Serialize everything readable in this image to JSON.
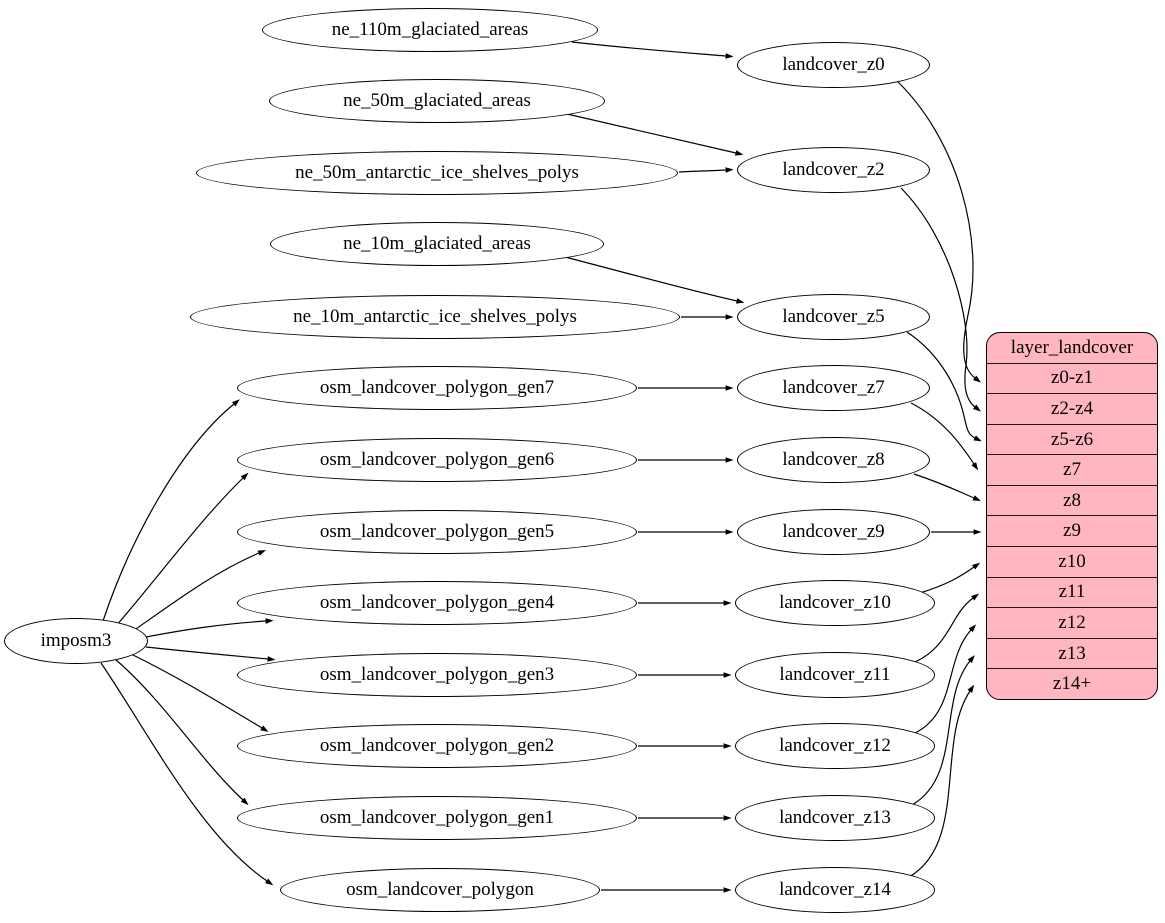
{
  "colors": {
    "table_fill": "#ffb6c1",
    "node_fill": "#ffffff",
    "stroke": "#000000"
  },
  "nodes": {
    "ne_110m_glaciated_areas": "ne_110m_glaciated_areas",
    "ne_50m_glaciated_areas": "ne_50m_glaciated_areas",
    "ne_50m_antarctic_ice_shelves_polys": "ne_50m_antarctic_ice_shelves_polys",
    "ne_10m_glaciated_areas": "ne_10m_glaciated_areas",
    "ne_10m_antarctic_ice_shelves_polys": "ne_10m_antarctic_ice_shelves_polys",
    "imposm3": "imposm3",
    "osm_landcover_polygon_gen7": "osm_landcover_polygon_gen7",
    "osm_landcover_polygon_gen6": "osm_landcover_polygon_gen6",
    "osm_landcover_polygon_gen5": "osm_landcover_polygon_gen5",
    "osm_landcover_polygon_gen4": "osm_landcover_polygon_gen4",
    "osm_landcover_polygon_gen3": "osm_landcover_polygon_gen3",
    "osm_landcover_polygon_gen2": "osm_landcover_polygon_gen2",
    "osm_landcover_polygon_gen1": "osm_landcover_polygon_gen1",
    "osm_landcover_polygon": "osm_landcover_polygon",
    "landcover_z0": "landcover_z0",
    "landcover_z2": "landcover_z2",
    "landcover_z5": "landcover_z5",
    "landcover_z7": "landcover_z7",
    "landcover_z8": "landcover_z8",
    "landcover_z9": "landcover_z9",
    "landcover_z10": "landcover_z10",
    "landcover_z11": "landcover_z11",
    "landcover_z12": "landcover_z12",
    "landcover_z13": "landcover_z13",
    "landcover_z14": "landcover_z14"
  },
  "table": {
    "title": "layer_landcover",
    "rows": [
      "z0-z1",
      "z2-z4",
      "z5-z6",
      "z7",
      "z8",
      "z9",
      "z10",
      "z11",
      "z12",
      "z13",
      "z14+"
    ]
  },
  "edges": [
    {
      "from": "ne_110m_glaciated_areas",
      "to": "landcover_z0"
    },
    {
      "from": "ne_50m_glaciated_areas",
      "to": "landcover_z2"
    },
    {
      "from": "ne_50m_antarctic_ice_shelves_polys",
      "to": "landcover_z2"
    },
    {
      "from": "ne_10m_glaciated_areas",
      "to": "landcover_z5"
    },
    {
      "from": "ne_10m_antarctic_ice_shelves_polys",
      "to": "landcover_z5"
    },
    {
      "from": "imposm3",
      "to": "osm_landcover_polygon_gen7"
    },
    {
      "from": "imposm3",
      "to": "osm_landcover_polygon_gen6"
    },
    {
      "from": "imposm3",
      "to": "osm_landcover_polygon_gen5"
    },
    {
      "from": "imposm3",
      "to": "osm_landcover_polygon_gen4"
    },
    {
      "from": "imposm3",
      "to": "osm_landcover_polygon_gen3"
    },
    {
      "from": "imposm3",
      "to": "osm_landcover_polygon_gen2"
    },
    {
      "from": "imposm3",
      "to": "osm_landcover_polygon_gen1"
    },
    {
      "from": "imposm3",
      "to": "osm_landcover_polygon"
    },
    {
      "from": "osm_landcover_polygon_gen7",
      "to": "landcover_z7"
    },
    {
      "from": "osm_landcover_polygon_gen6",
      "to": "landcover_z8"
    },
    {
      "from": "osm_landcover_polygon_gen5",
      "to": "landcover_z9"
    },
    {
      "from": "osm_landcover_polygon_gen4",
      "to": "landcover_z10"
    },
    {
      "from": "osm_landcover_polygon_gen3",
      "to": "landcover_z11"
    },
    {
      "from": "osm_landcover_polygon_gen2",
      "to": "landcover_z12"
    },
    {
      "from": "osm_landcover_polygon_gen1",
      "to": "landcover_z13"
    },
    {
      "from": "osm_landcover_polygon",
      "to": "landcover_z14"
    },
    {
      "from": "landcover_z0",
      "to": "layer_landcover.z0-z1"
    },
    {
      "from": "landcover_z2",
      "to": "layer_landcover.z2-z4"
    },
    {
      "from": "landcover_z5",
      "to": "layer_landcover.z5-z6"
    },
    {
      "from": "landcover_z7",
      "to": "layer_landcover.z7"
    },
    {
      "from": "landcover_z8",
      "to": "layer_landcover.z8"
    },
    {
      "from": "landcover_z9",
      "to": "layer_landcover.z9"
    },
    {
      "from": "landcover_z10",
      "to": "layer_landcover.z10"
    },
    {
      "from": "landcover_z11",
      "to": "layer_landcover.z11"
    },
    {
      "from": "landcover_z12",
      "to": "layer_landcover.z12"
    },
    {
      "from": "landcover_z13",
      "to": "layer_landcover.z13"
    },
    {
      "from": "landcover_z14",
      "to": "layer_landcover.z14+"
    }
  ]
}
